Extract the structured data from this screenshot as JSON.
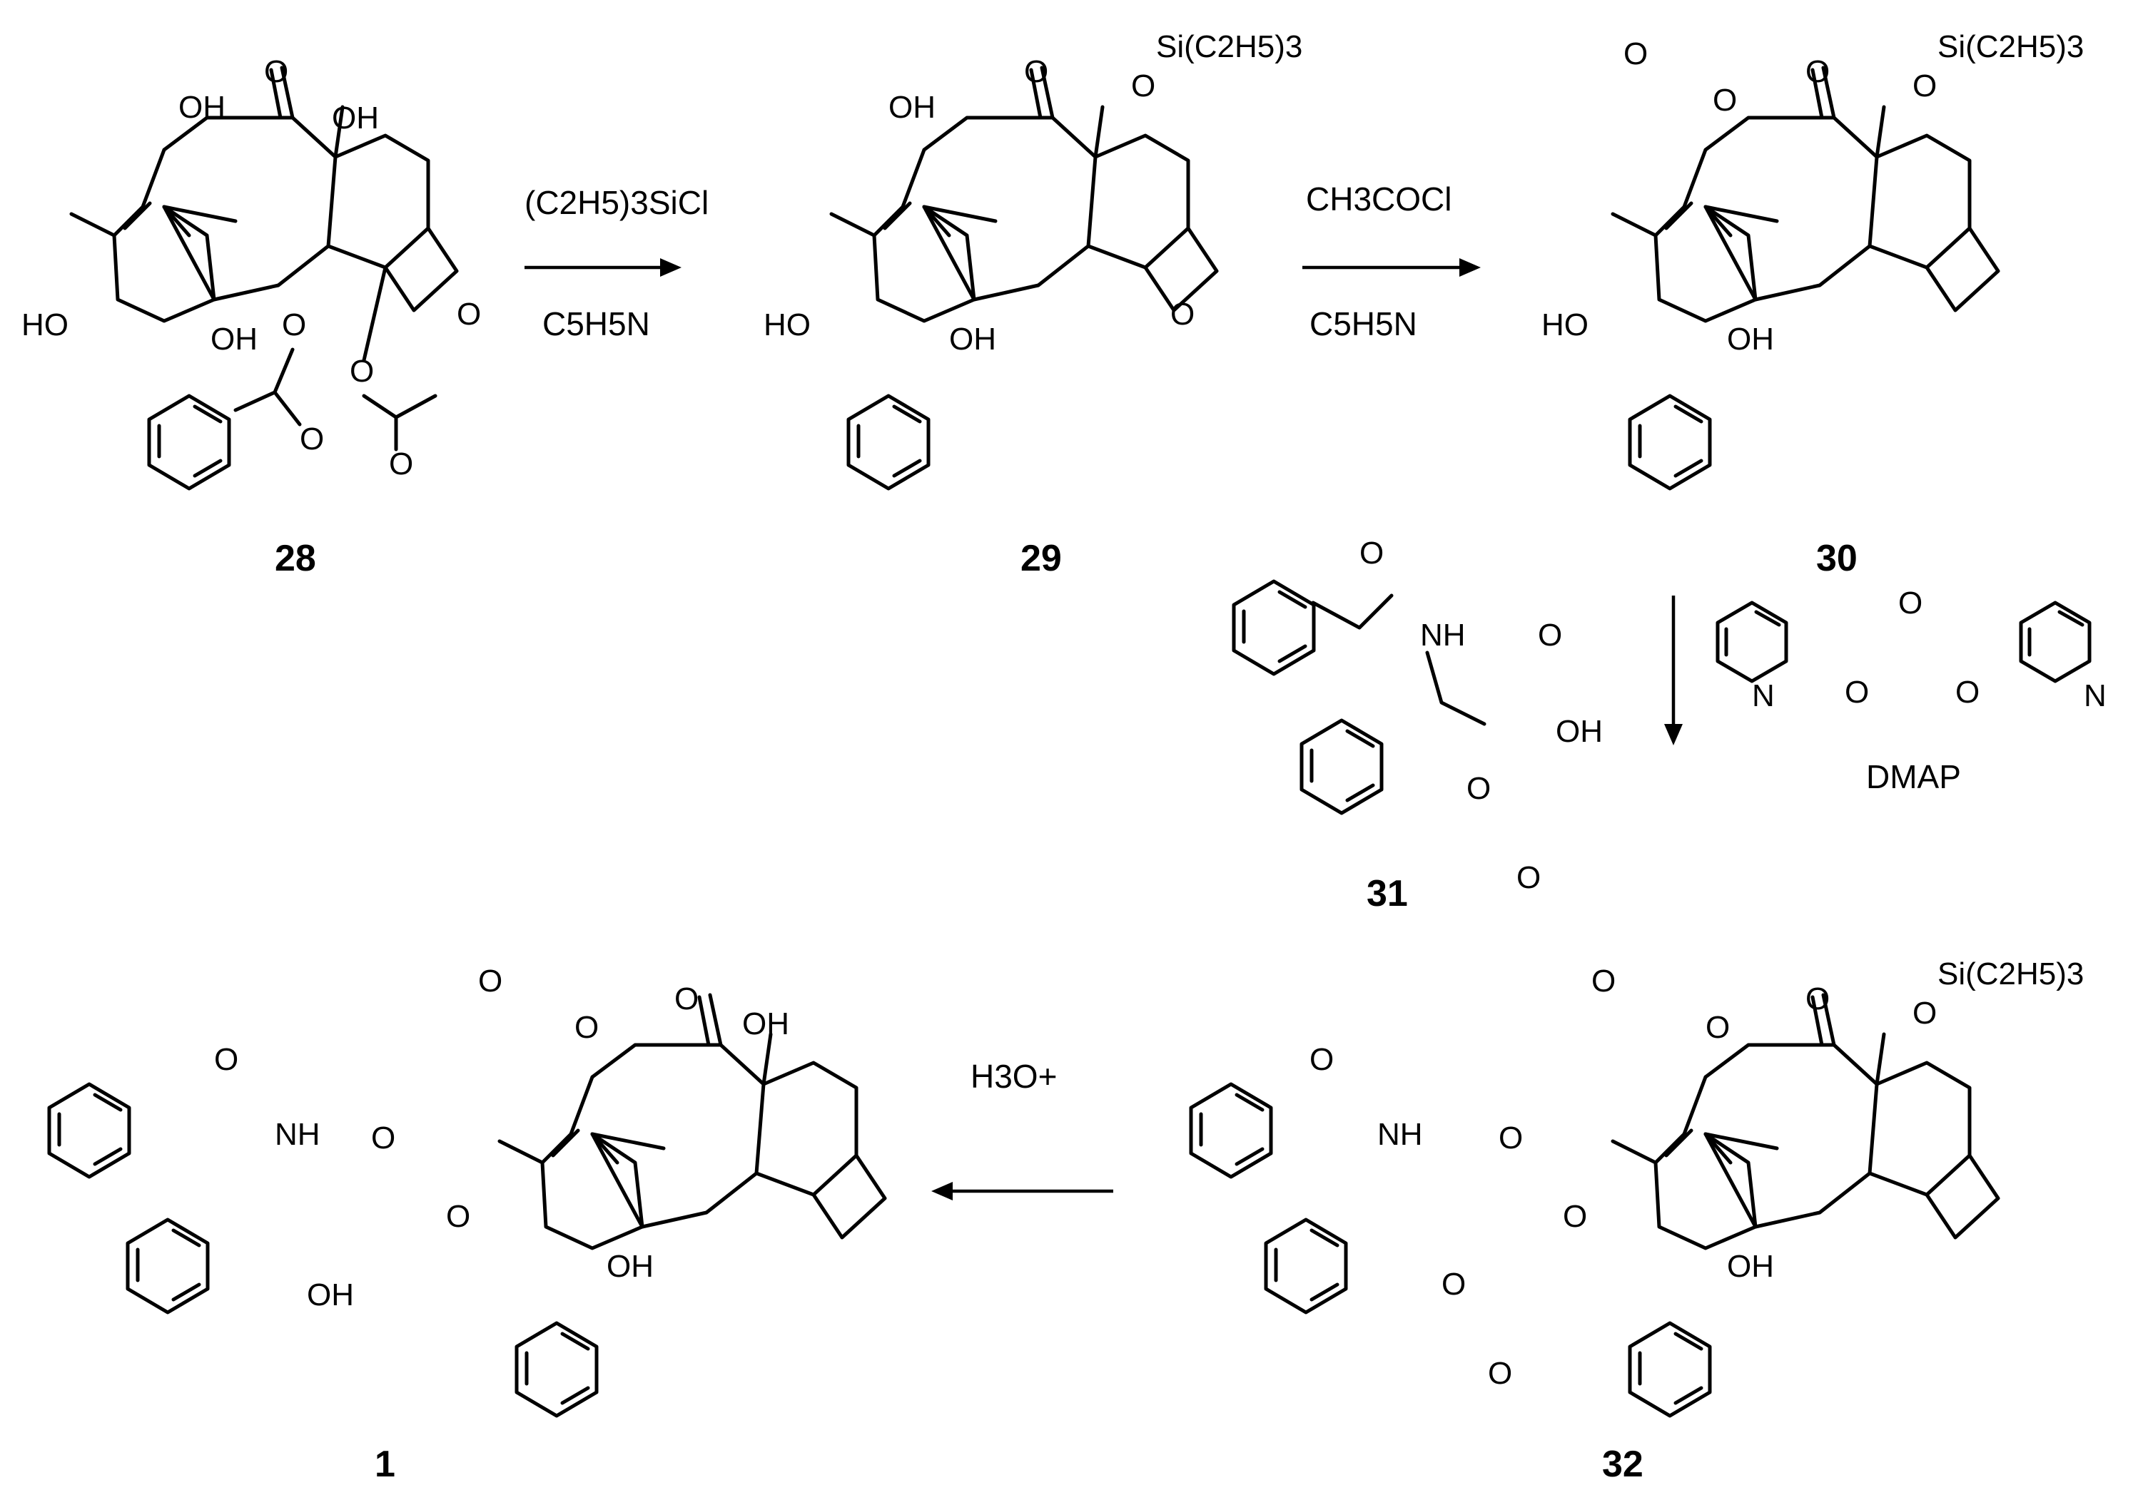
{
  "compounds": {
    "c28": "28",
    "c29": "29",
    "c30": "30",
    "c31": "31",
    "c32": "32",
    "c1": "1"
  },
  "reagents": {
    "step1_top": "(C2H5)3SiCl",
    "step1_bottom": "C5H5N",
    "step2_top": "CH3COCl",
    "step2_bottom": "C5H5N",
    "step3_extra": "DMAP",
    "step4": "H3O+"
  },
  "atoms": {
    "oh": "OH",
    "ho": "HO",
    "o": "O",
    "nh": "NH",
    "n": "N",
    "silyl": "Si(C2H5)3"
  }
}
